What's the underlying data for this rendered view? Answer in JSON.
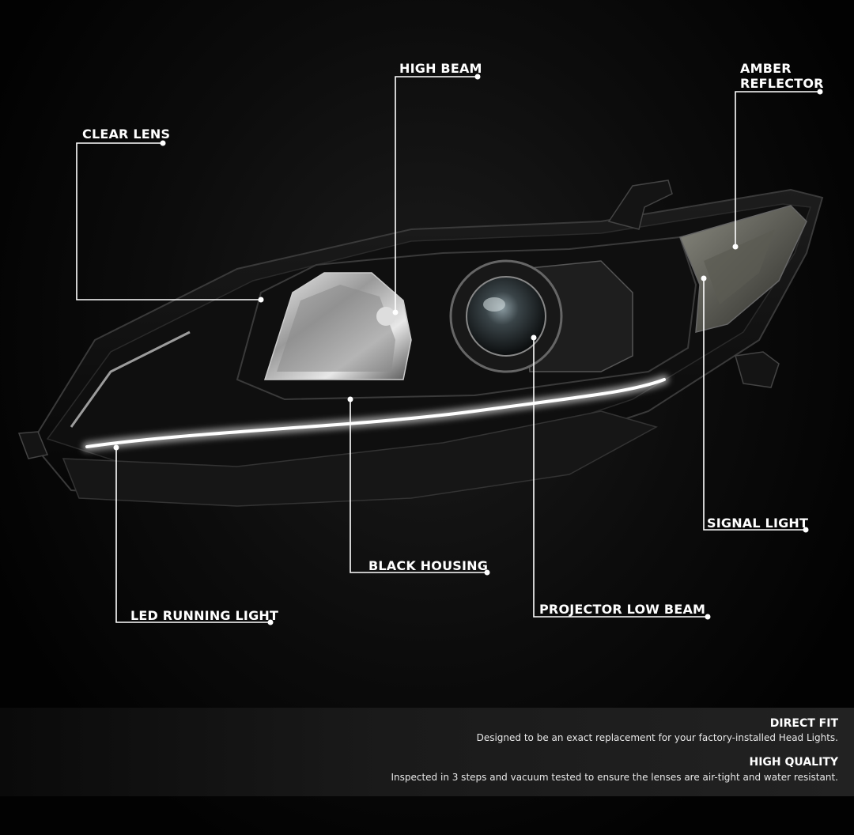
{
  "callouts": {
    "high_beam": "HIGH BEAM",
    "amber_reflector_1": "AMBER",
    "amber_reflector_2": "REFLECTOR",
    "clear_lens": "CLEAR LENS",
    "signal_light": "SIGNAL LIGHT",
    "black_housing": "BLACK HOUSING",
    "led_running_light": "LED RUNNING LIGHT",
    "projector_low_beam": "PROJECTOR LOW BEAM"
  },
  "features": [
    {
      "title": "DIRECT FIT",
      "description": "Designed to be an exact replacement for your factory-installed Head Lights."
    },
    {
      "title": "HIGH QUALITY",
      "description": "Inspected in 3 steps and vacuum tested to ensure the lenses are air-tight and water resistant."
    }
  ],
  "colors": {
    "background": "#050505",
    "callout_line": "#ffffff",
    "housing": "#0d0d0d",
    "led": "#ffffff"
  }
}
